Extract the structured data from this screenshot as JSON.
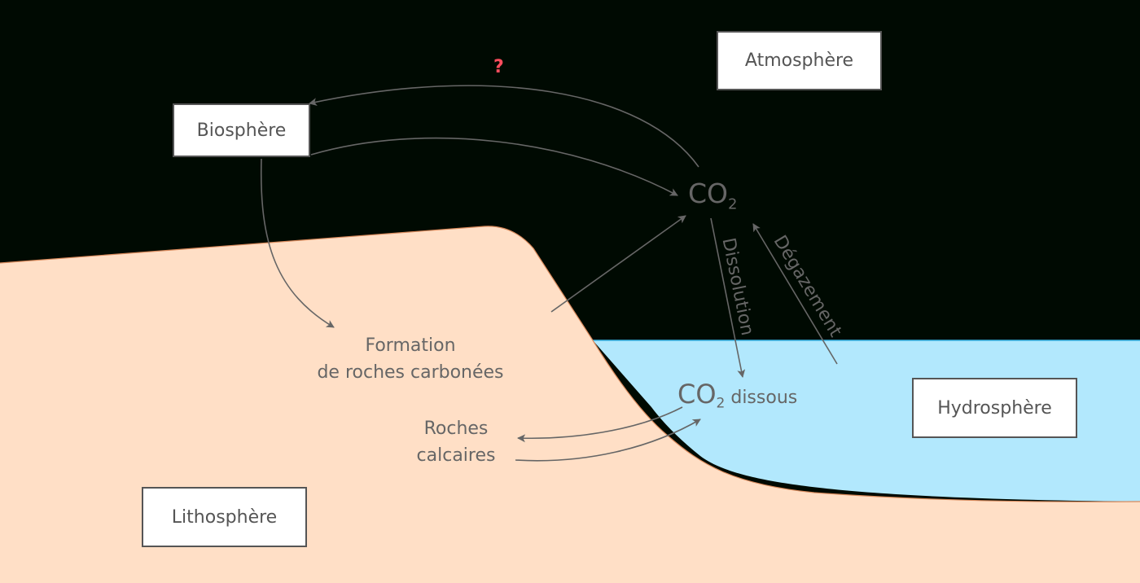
{
  "boxes": {
    "atmosphere": "Atmosphère",
    "biosphere": "Biosphère",
    "hydrosphere": "Hydrosphère",
    "lithosphere": "Lithosphère"
  },
  "labels": {
    "question": "?",
    "co2": "CO",
    "co2_sub": "2",
    "co2_dissous": "CO",
    "co2_dissous_sub": "2",
    "dissous": "dissous",
    "dissolution": "Dissolution",
    "degazement": "Dégazement",
    "formation_1": "Formation",
    "formation_2": "de roches carbonées",
    "roches_1": "Roches",
    "roches_2": "calcaires"
  },
  "colors": {
    "background": "#000a02",
    "land": "#ffdfc6",
    "land_edge": "#d98a5c",
    "water": "#b2e8fd",
    "water_edge": "#3bb6e8",
    "arrow": "#666666",
    "question": "#ff4d5e"
  }
}
